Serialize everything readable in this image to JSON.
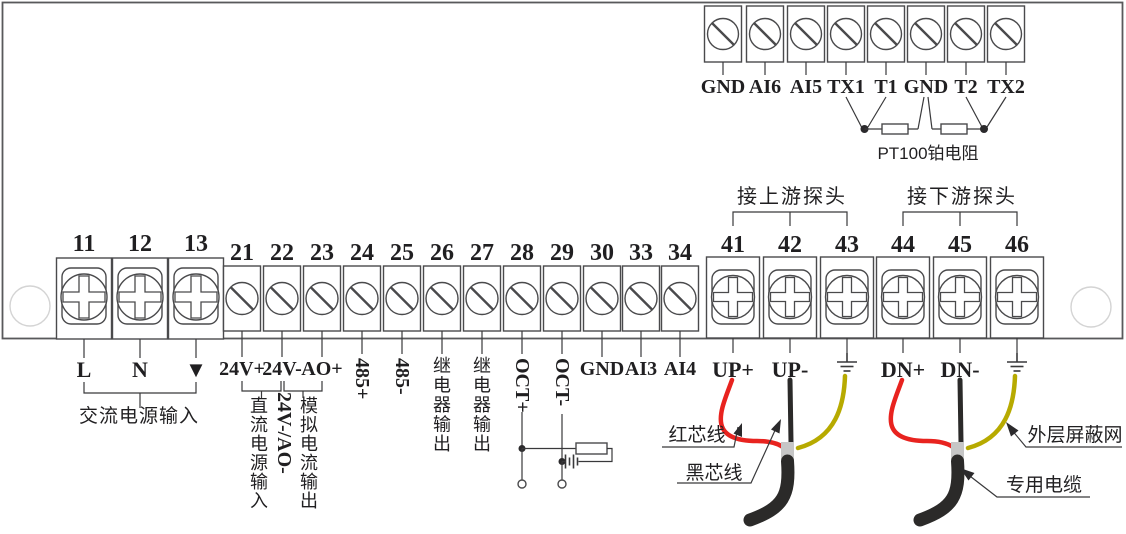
{
  "top_terminal_block": {
    "labels": [
      "GND",
      "AI6",
      "AI5",
      "TX1",
      "T1",
      "GND",
      "T2",
      "TX2"
    ],
    "note": "PT100铂电阻"
  },
  "power_group": {
    "numbers": [
      "11",
      "12",
      "13"
    ],
    "labels": [
      "L",
      "N",
      "▼"
    ],
    "caption": "交流电源输入"
  },
  "io_group": {
    "numbers": [
      "21",
      "22",
      "23",
      "24",
      "25",
      "26",
      "27",
      "28",
      "29",
      "30",
      "33",
      "34"
    ],
    "labels": [
      "24V+",
      "24V-",
      "AO+",
      "485+",
      "485-",
      "继电器输出",
      "继电器输出",
      "OCT+",
      "OCT-",
      "GND",
      "AI3",
      "AI4"
    ],
    "captions": {
      "dc_power": "直流电源输入",
      "shared": "24V-/AO-",
      "analog_out": "模拟电流输出"
    }
  },
  "probe_group": {
    "numbers": [
      "41",
      "42",
      "43",
      "44",
      "45",
      "46"
    ],
    "labels": [
      "UP+",
      "UP-",
      "",
      "DN+",
      "DN-",
      ""
    ],
    "upstream_caption": "接上游探头",
    "downstream_caption": "接下游探头"
  },
  "wire_annotations": {
    "red_core": "红芯线",
    "black_core": "黑芯线",
    "shield": "外层屏蔽网",
    "cable": "专用电缆"
  },
  "colors": {
    "red_wire": "#e8231f",
    "yellow_wire": "#b7aa00",
    "black_wire": "#2b2a29",
    "sleeve": "#c6c6c6"
  }
}
